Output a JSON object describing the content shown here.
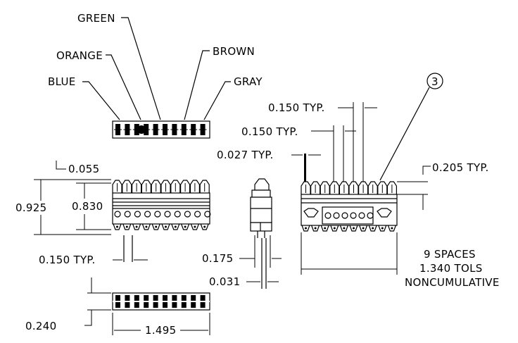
{
  "callout": {
    "number": "3"
  },
  "wire_colors": {
    "green": "GREEN",
    "orange": "ORANGE",
    "brown": "BROWN",
    "blue": "BLUE",
    "gray": "GRAY"
  },
  "dimensions": {
    "pitch_top_1": "0.150 TYP.",
    "pitch_top_2": "0.150 TYP.",
    "thickness_027": "0.027 TYP.",
    "height_205": "0.205 TYP.",
    "offset_055": "0.055",
    "height_925": "0.925",
    "height_830": "0.830",
    "pitch_bottom": "0.150 TYP.",
    "width_175": "0.175",
    "width_031": "0.031",
    "spacing_note_1": "9 SPACES",
    "spacing_note_2": "1.340 TOLS",
    "spacing_note_3": "NONCUMULATIVE",
    "height_240": "0.240",
    "length_1495": "1.495"
  }
}
